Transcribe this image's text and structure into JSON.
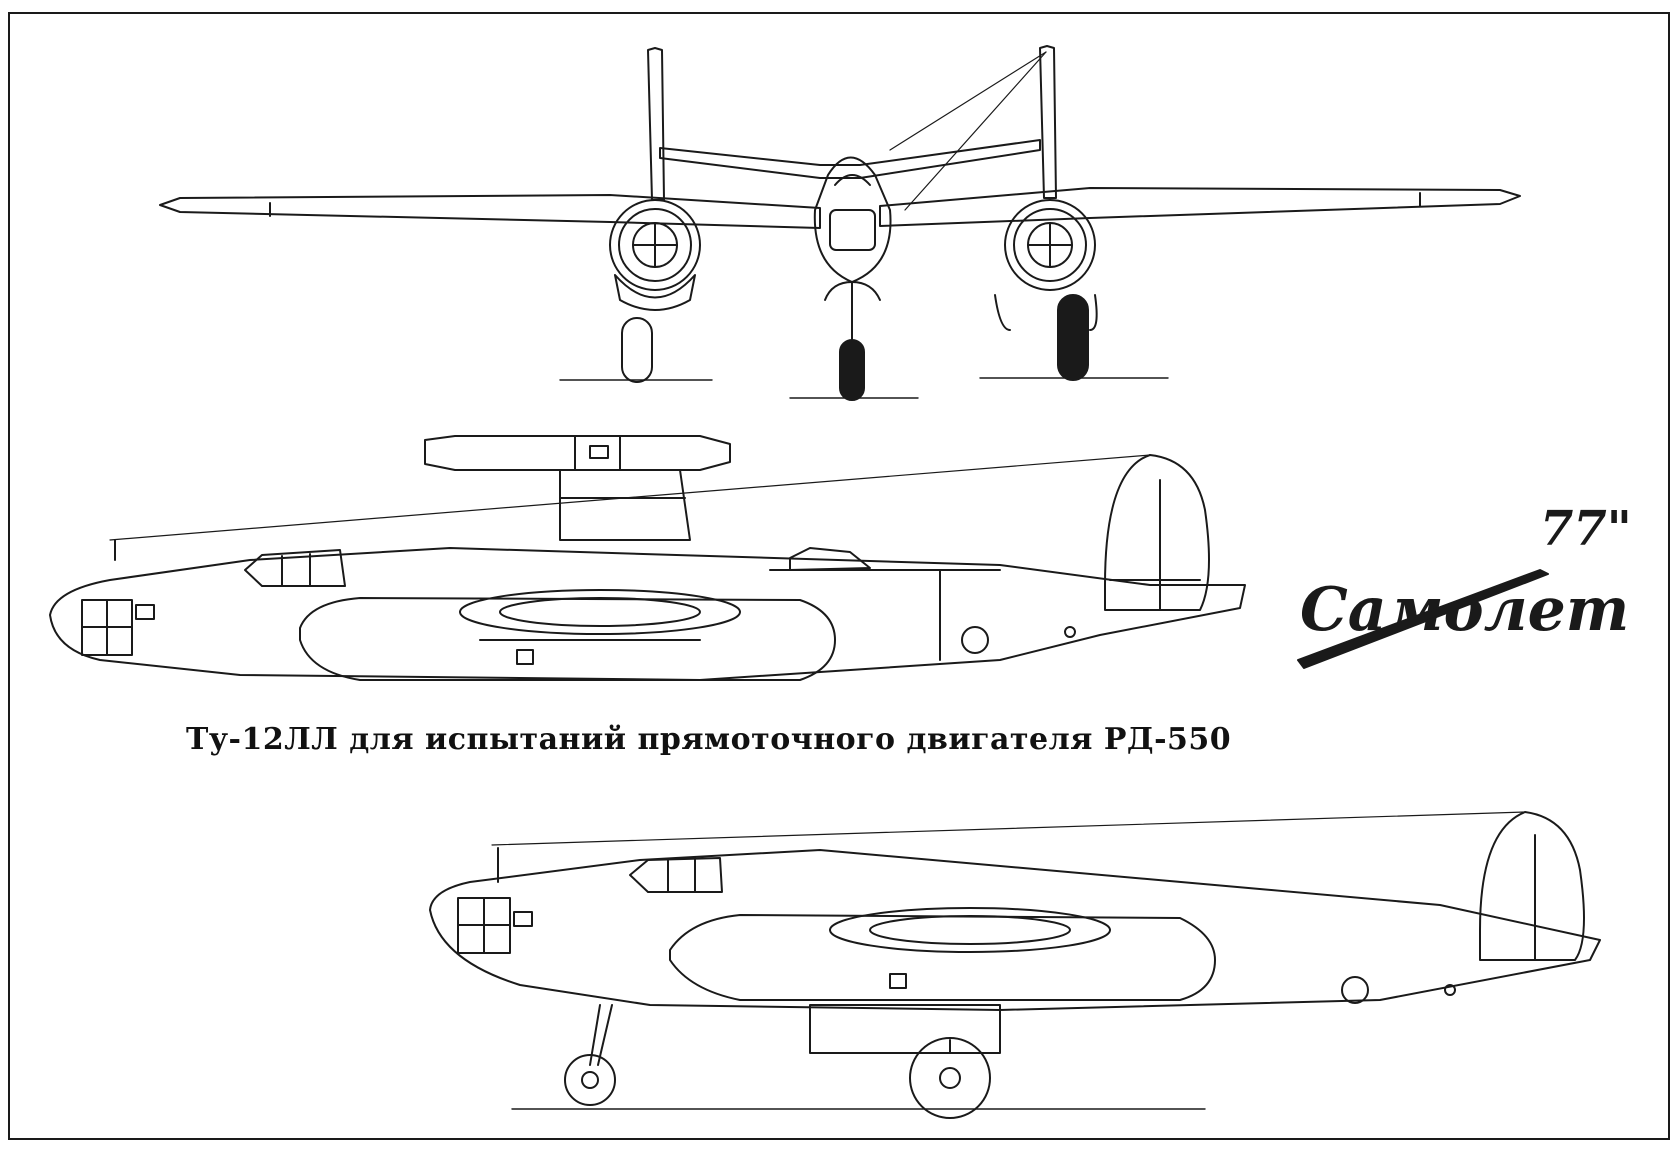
{
  "caption": "Ту-12ЛЛ для испытаний прямоточного двигателя РД-550",
  "logo": {
    "script": "Самолет",
    "number": "77\""
  },
  "colors": {
    "paper": "#ffffff",
    "ink": "#1a1a1a"
  },
  "views": {
    "front": "front-view",
    "side_with_engine": "side-view-ramjet",
    "side_landing": "side-view-gear-down"
  }
}
